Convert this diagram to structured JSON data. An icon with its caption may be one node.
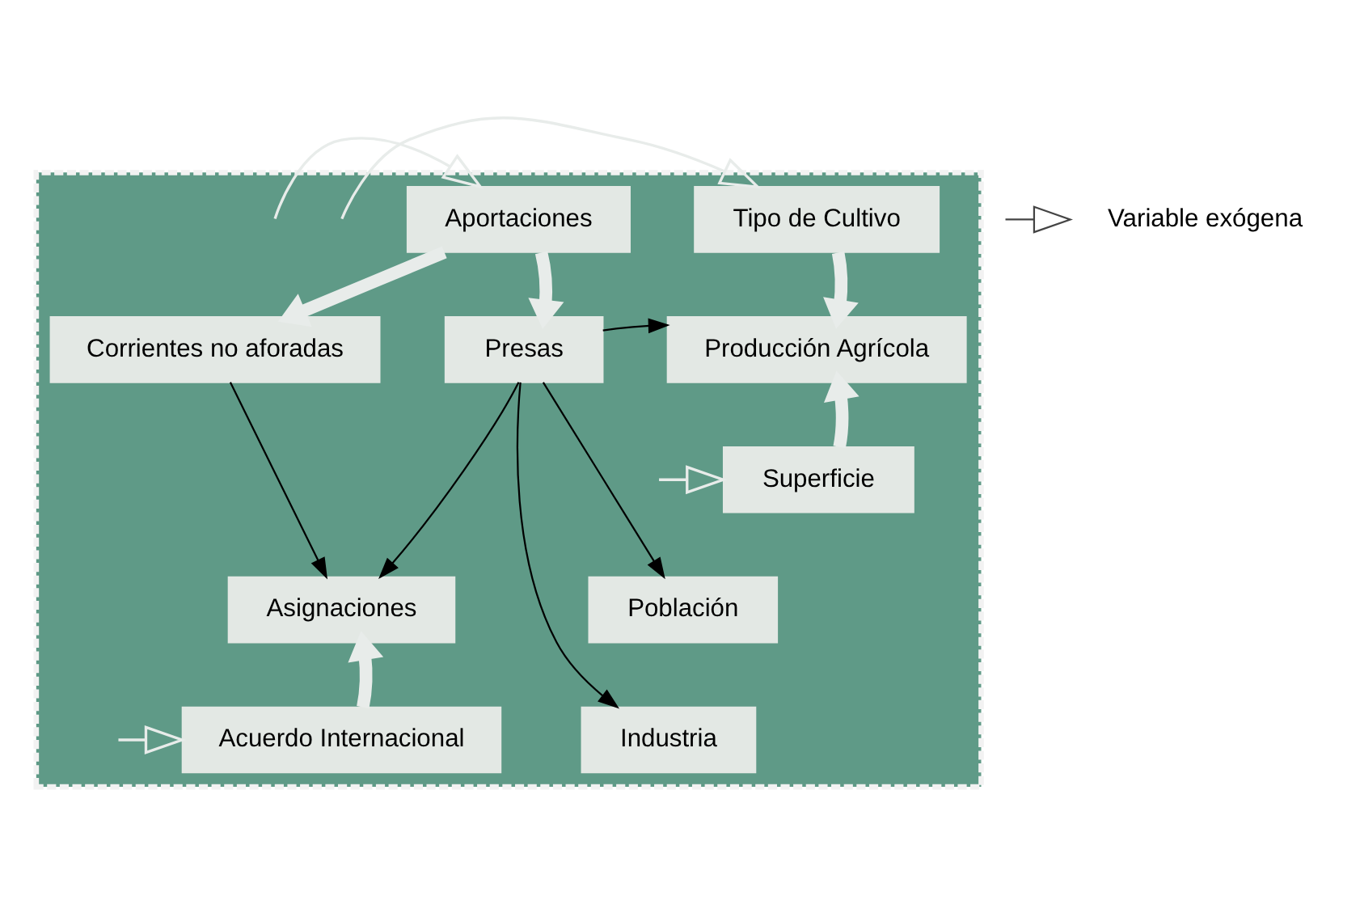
{
  "diagram": {
    "nodes": [
      {
        "text": [],
        "shape": "box"
      },
      {
        "text": [
          "Tipo de Cultivo"
        ],
        "in": 0
      },
      {
        "text": [
          "Aportaciones"
        ],
        "in": 0
      },
      {
        "text": [
          "Producción Agrícola"
        ],
        "in": 0
      },
      {
        "text": [
          "Presas"
        ],
        "in": 0
      },
      {
        "text": [
          "Corrientes no aforadas"
        ],
        "in": 0
      },
      {
        "text": [
          "Superficie"
        ],
        "in": 0
      },
      {
        "text": [
          "Población"
        ],
        "in": 0
      },
      {
        "text": [
          "Asignaciones"
        ],
        "in": 0
      },
      {
        "text": [
          "Industria"
        ],
        "in": 0
      },
      {
        "text": [
          "Acuerdo Internacional"
        ],
        "in": 0
      }
    ],
    "edges": [
      {
        "from": null,
        "to": 1,
        "arrow": "to",
        "color": "#e8ecea"
      },
      {
        "from": null,
        "to": 2,
        "arrow": "to",
        "color": "#e8ecea"
      },
      {
        "from": null,
        "to": 6,
        "arrow": "to",
        "color": "#e8ecea"
      },
      {
        "from": null,
        "to": 10,
        "arrow": "to",
        "color": "#e8ecea"
      },
      {
        "from": 1,
        "to": 3,
        "arrow": "to",
        "style": "thick",
        "color": "#e8ecea"
      },
      {
        "from": 6,
        "to": 3,
        "arrow": "to",
        "style": "thick",
        "color": "#e8ecea"
      },
      {
        "from": 2,
        "to": 4,
        "arrow": "to",
        "style": "thick",
        "color": "#e8ecea"
      },
      {
        "from": 2,
        "to": 5,
        "arrow": "to",
        "style": "thick",
        "color": "#e8ecea"
      },
      {
        "from": 4,
        "to": 3,
        "arrow": "to",
        "color": "#000000"
      },
      {
        "from": 4,
        "to": 7,
        "arrow": "to",
        "color": "#000000"
      },
      {
        "from": 4,
        "to": 9,
        "arrow": "to",
        "color": "#000000"
      },
      {
        "from": 4,
        "to": 8,
        "arrow": "to",
        "color": "#000000"
      },
      {
        "from": 5,
        "to": 8,
        "arrow": "to",
        "color": "#000000"
      },
      {
        "from": 10,
        "to": 8,
        "arrow": "to",
        "style": "thick",
        "color": "#e8ecea"
      }
    ],
    "legend": [
      {
        "text": "Variable exógena"
      }
    ]
  }
}
